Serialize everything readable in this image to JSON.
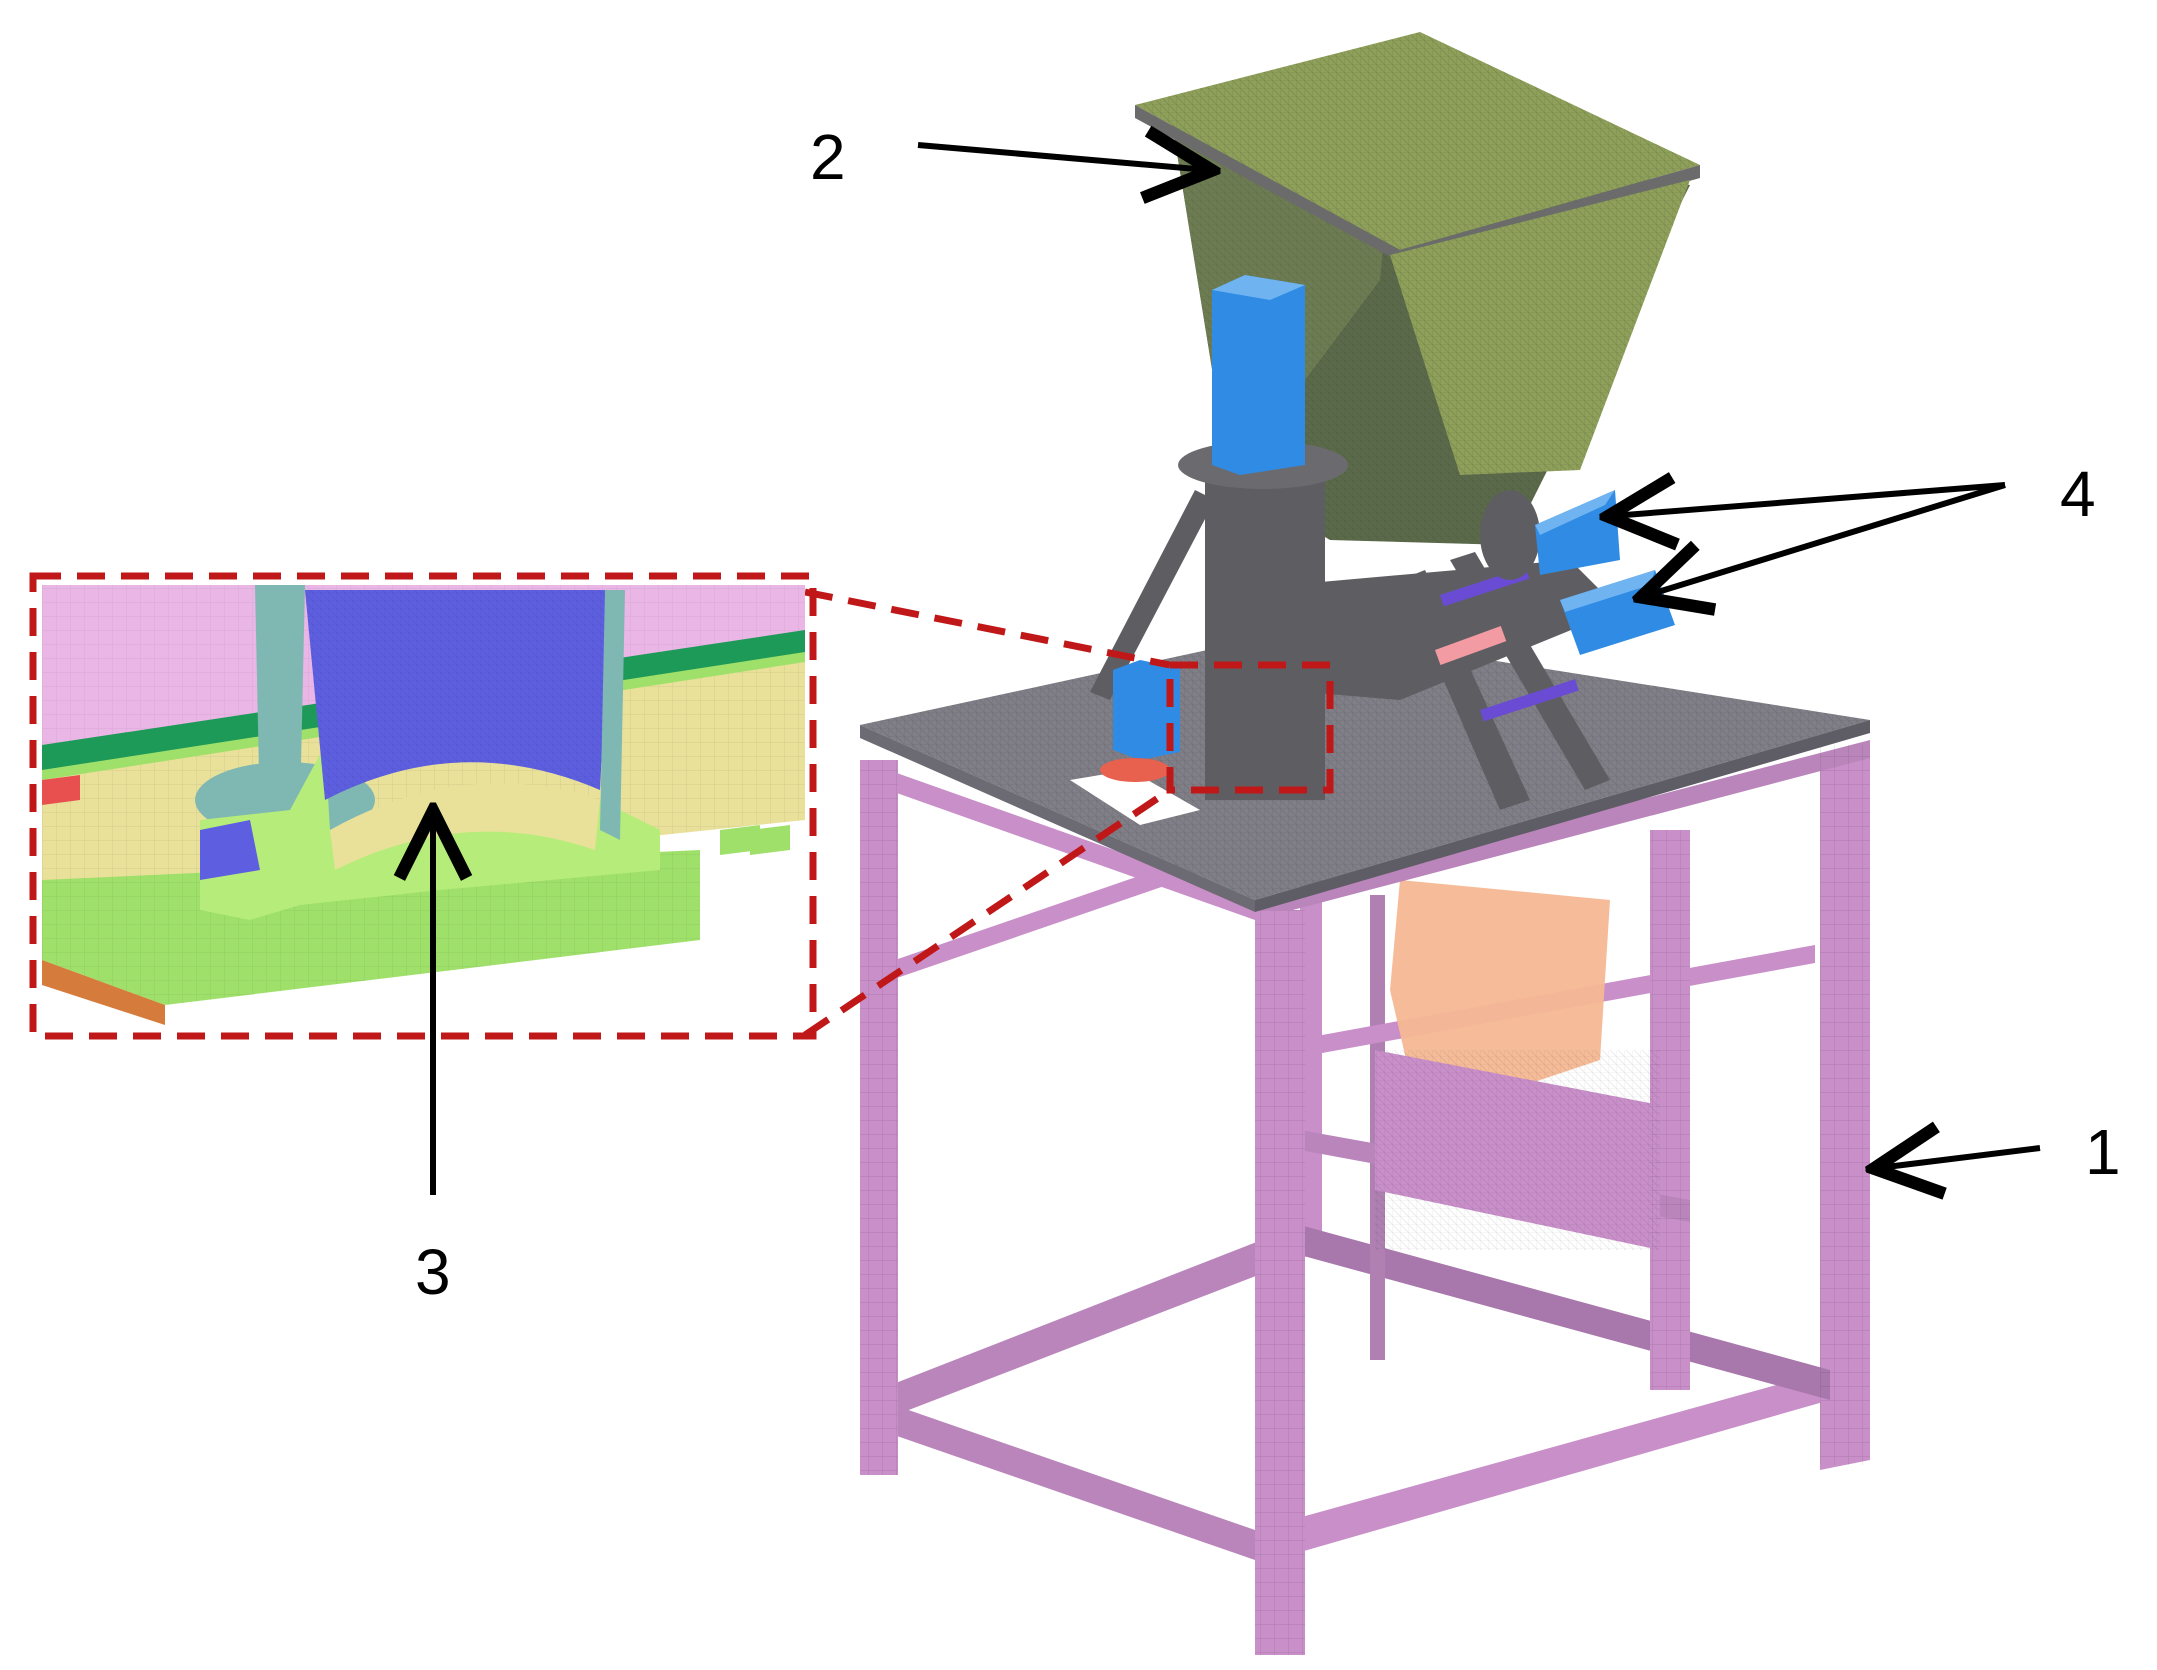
{
  "figure": {
    "labels": {
      "frame": "1",
      "hopper": "2",
      "detail": "3",
      "cylinders": "4"
    },
    "colors": {
      "frame": "#c98fc9",
      "frame_dark": "#9a6a9f",
      "table_top": "#807e86",
      "hopper": "#5b6a4a",
      "hopper_mesh": "#8ea05a",
      "actuator": "#2f8be3",
      "bracket": "#5e5e62",
      "rod": "#6a4cd4",
      "guard": "#f6b894",
      "dashed_box": "#c01818",
      "inset_bg_pink": "#e9b6e6",
      "inset_green": "#9fe06a",
      "inset_yellow": "#e9e19a",
      "inset_blue": "#5d5fe0",
      "inset_teal": "#7fb7b3",
      "inset_stripe": "#1e9a58"
    },
    "icons": [
      "arrow-icon"
    ]
  }
}
